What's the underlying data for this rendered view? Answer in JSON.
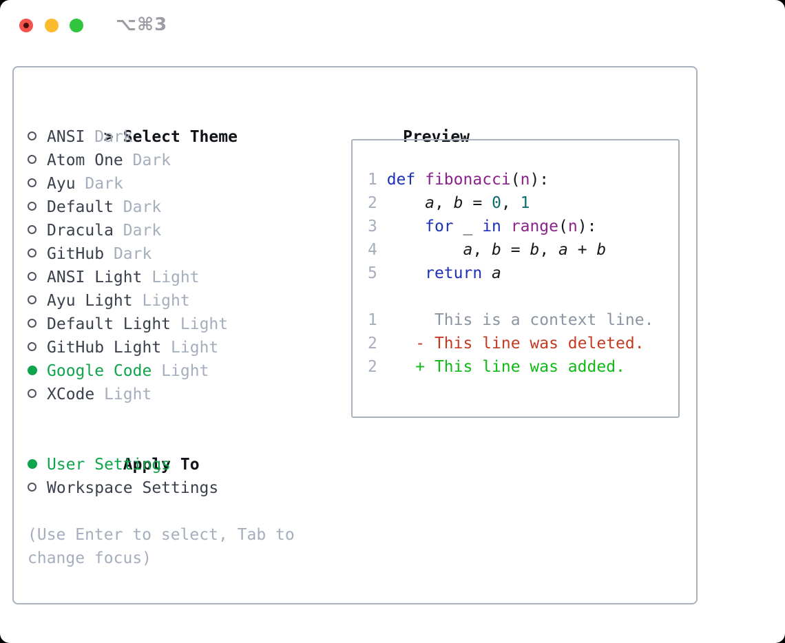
{
  "window": {
    "title": "⌥⌘3"
  },
  "colors": {
    "panel_border": "#a9b1bc",
    "green": "#0ea44b",
    "added": "#10ba16",
    "deleted": "#c43a20",
    "keyword": "#1e31b8",
    "function": "#8b218b",
    "number": "#0b6c6e",
    "plain": "#16181d",
    "gray": "#a5aebc",
    "context": "#8b95a1",
    "name_dark": "#3a414c",
    "header_black": "#101318",
    "title_gray": "#9b9ea4",
    "tl_close": "#f4544d",
    "tl_close_dot": "#4a100a",
    "tl_min": "#fbbb2e",
    "tl_zoom": "#2fc63e"
  },
  "theme_list": {
    "cursor": ">",
    "header": "Select Theme",
    "items": [
      {
        "name": "ANSI",
        "variant": "Dark",
        "selected": false
      },
      {
        "name": "Atom One",
        "variant": "Dark",
        "selected": false
      },
      {
        "name": "Ayu",
        "variant": "Dark",
        "selected": false
      },
      {
        "name": "Default",
        "variant": "Dark",
        "selected": false
      },
      {
        "name": "Dracula",
        "variant": "Dark",
        "selected": false
      },
      {
        "name": "GitHub",
        "variant": "Dark",
        "selected": false
      },
      {
        "name": "ANSI Light",
        "variant": "Light",
        "selected": false
      },
      {
        "name": "Ayu Light",
        "variant": "Light",
        "selected": false
      },
      {
        "name": "Default Light",
        "variant": "Light",
        "selected": false
      },
      {
        "name": "GitHub Light",
        "variant": "Light",
        "selected": false
      },
      {
        "name": "Google Code",
        "variant": "Light",
        "selected": true
      },
      {
        "name": "XCode",
        "variant": "Light",
        "selected": false
      }
    ]
  },
  "apply_to": {
    "header": "Apply To",
    "options": [
      {
        "label": "User Settings",
        "selected": true
      },
      {
        "label": "Workspace Settings",
        "selected": false
      }
    ]
  },
  "help": {
    "line1": "(Use Enter to select, Tab to",
    "line2": "change focus)"
  },
  "preview": {
    "header": "Preview",
    "code_lines": [
      {
        "num": "1",
        "tokens": [
          {
            "t": "def",
            "c": "kw"
          },
          {
            "t": " ",
            "c": "pln"
          },
          {
            "t": "fibonacci",
            "c": "fn"
          },
          {
            "t": "(",
            "c": "pln"
          },
          {
            "t": "n",
            "c": "fn"
          },
          {
            "t": "):",
            "c": "pln"
          }
        ]
      },
      {
        "num": "2",
        "tokens": [
          {
            "t": "    ",
            "c": "pln"
          },
          {
            "t": "a",
            "c": "var"
          },
          {
            "t": ", ",
            "c": "pln"
          },
          {
            "t": "b",
            "c": "var"
          },
          {
            "t": " = ",
            "c": "pln"
          },
          {
            "t": "0",
            "c": "num"
          },
          {
            "t": ", ",
            "c": "pln"
          },
          {
            "t": "1",
            "c": "num"
          }
        ]
      },
      {
        "num": "3",
        "tokens": [
          {
            "t": "    ",
            "c": "pln"
          },
          {
            "t": "for",
            "c": "kw"
          },
          {
            "t": " _ ",
            "c": "pln"
          },
          {
            "t": "in",
            "c": "kw"
          },
          {
            "t": " ",
            "c": "pln"
          },
          {
            "t": "range",
            "c": "fn"
          },
          {
            "t": "(",
            "c": "pln"
          },
          {
            "t": "n",
            "c": "fn"
          },
          {
            "t": "):",
            "c": "pln"
          }
        ]
      },
      {
        "num": "4",
        "tokens": [
          {
            "t": "        ",
            "c": "pln"
          },
          {
            "t": "a",
            "c": "var"
          },
          {
            "t": ", ",
            "c": "pln"
          },
          {
            "t": "b",
            "c": "var"
          },
          {
            "t": " = ",
            "c": "pln"
          },
          {
            "t": "b",
            "c": "var"
          },
          {
            "t": ", ",
            "c": "pln"
          },
          {
            "t": "a",
            "c": "var"
          },
          {
            "t": " + ",
            "c": "pln"
          },
          {
            "t": "b",
            "c": "var"
          }
        ]
      },
      {
        "num": "5",
        "tokens": [
          {
            "t": "    ",
            "c": "pln"
          },
          {
            "t": "return",
            "c": "kw"
          },
          {
            "t": " ",
            "c": "pln"
          },
          {
            "t": "a",
            "c": "var"
          }
        ]
      }
    ],
    "diff_lines": [
      {
        "num": "1",
        "body": "      This is a context line.",
        "kind": "ctx"
      },
      {
        "num": "2",
        "body": "    - This line was deleted.",
        "kind": "del"
      },
      {
        "num": "2",
        "body": "    + This line was added.",
        "kind": "add"
      }
    ]
  }
}
